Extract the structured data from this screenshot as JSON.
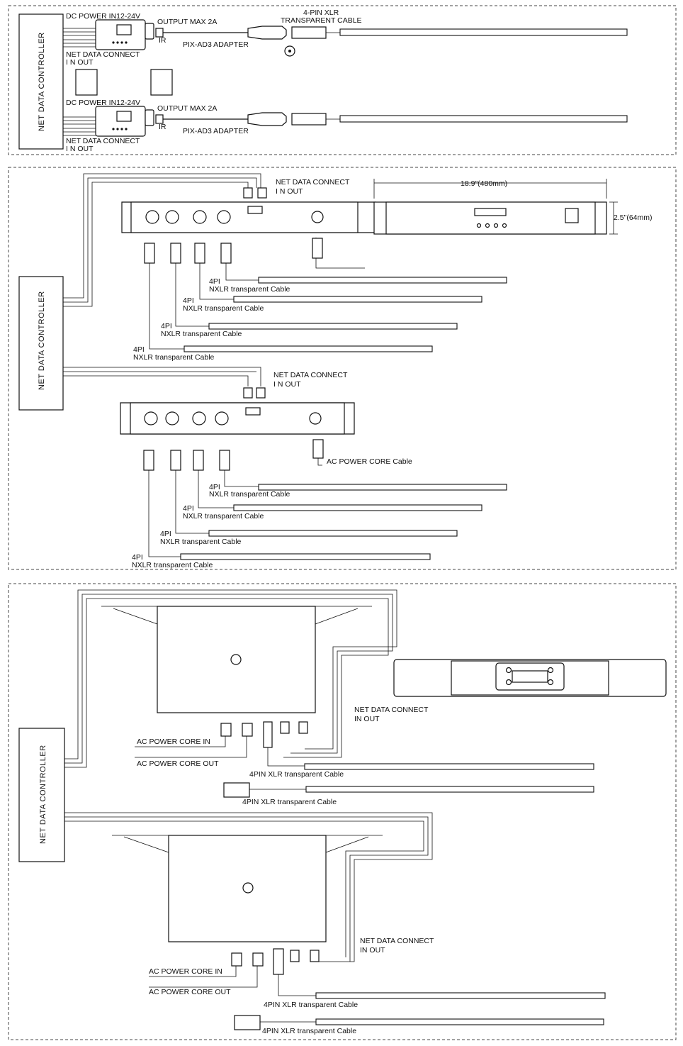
{
  "panel1": {
    "controller": "NET DATA CONTROLLER",
    "top": {
      "power": "DC POWER IN12-24V",
      "output": "OUTPUT MAX 2A",
      "ir": "IR",
      "cable": [
        "4-PIN XLR",
        "TRANSPARENT CABLE"
      ],
      "adapter": "PIX-AD3 ADAPTER",
      "net": "NET DATA CONNECT",
      "inout": "I N  OUT"
    },
    "bottom": {
      "power": "DC POWER IN12-24V",
      "output": "OUTPUT MAX 2A",
      "ir": "IR",
      "adapter": "PIX-AD3 ADAPTER",
      "net": "NET DATA CONNECT",
      "inout": "I N  OUT"
    }
  },
  "panel2": {
    "controller": "NET DATA CONTROLLER",
    "dim_width": "18.9\"(480mm)",
    "dim_height": "2.5\"(64mm)",
    "unit1": {
      "net": "NET DATA CONNECT",
      "inout": "I N      OUT",
      "cables": [
        {
          "a": "4PI",
          "b": "NXLR transparent Cable"
        },
        {
          "a": "4PI",
          "b": "NXLR transparent Cable"
        },
        {
          "a": "4PI",
          "b": "NXLR transparent Cable"
        },
        {
          "a": "4PI",
          "b": "NXLR transparent Cable"
        }
      ]
    },
    "unit2": {
      "net": "NET DATA CONNECT",
      "inout": "I N      OUT",
      "ac": "AC  POWER  CORE  Cable",
      "cables": [
        {
          "a": "4PI",
          "b": "NXLR transparent Cable"
        },
        {
          "a": "4PI",
          "b": "NXLR transparent Cable"
        },
        {
          "a": "4PI",
          "b": "NXLR transparent Cable"
        },
        {
          "a": "4PI",
          "b": "NXLR transparent Cable"
        }
      ]
    }
  },
  "panel3": {
    "controller": "NET DATA CONTROLLER",
    "unit1": {
      "net": "NET DATA CONNECT",
      "inout": "IN       OUT",
      "ac_in": "AC POWER CORE IN",
      "ac_out": "AC POWER CORE OUT",
      "cable1": "4PIN XLR transparent Cable",
      "cable2": "4PIN XLR transparent Cable"
    },
    "unit2": {
      "net": "NET DATA CONNECT",
      "inout": "IN       OUT",
      "ac_in": "AC POWER CORE IN",
      "ac_out": "AC POWER CORE OUT",
      "cable1": "4PIN XLR transparent Cable",
      "cable2": "4PIN XLR transparent Cable"
    }
  }
}
